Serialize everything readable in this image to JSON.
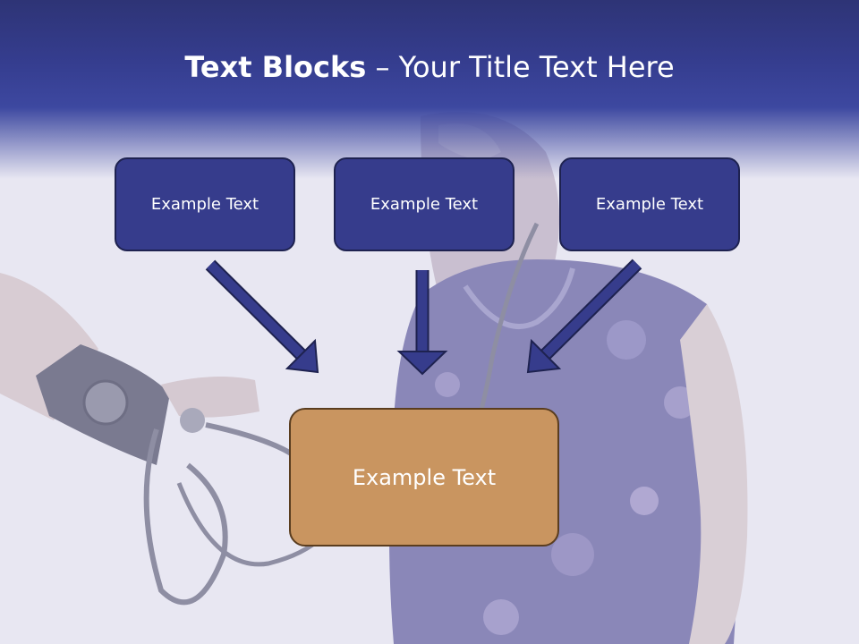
{
  "slide": {
    "title_bold": "Text Blocks",
    "title_rest": " – Your Title Text Here",
    "top_boxes": [
      {
        "label": "Example Text"
      },
      {
        "label": "Example Text"
      },
      {
        "label": "Example Text"
      }
    ],
    "main_box": {
      "label": "Example Text"
    }
  },
  "colors": {
    "header": "#353d8f",
    "box_fill": "#363c8c",
    "main_box_fill": "#c99560",
    "arrow": "#363c8c"
  }
}
